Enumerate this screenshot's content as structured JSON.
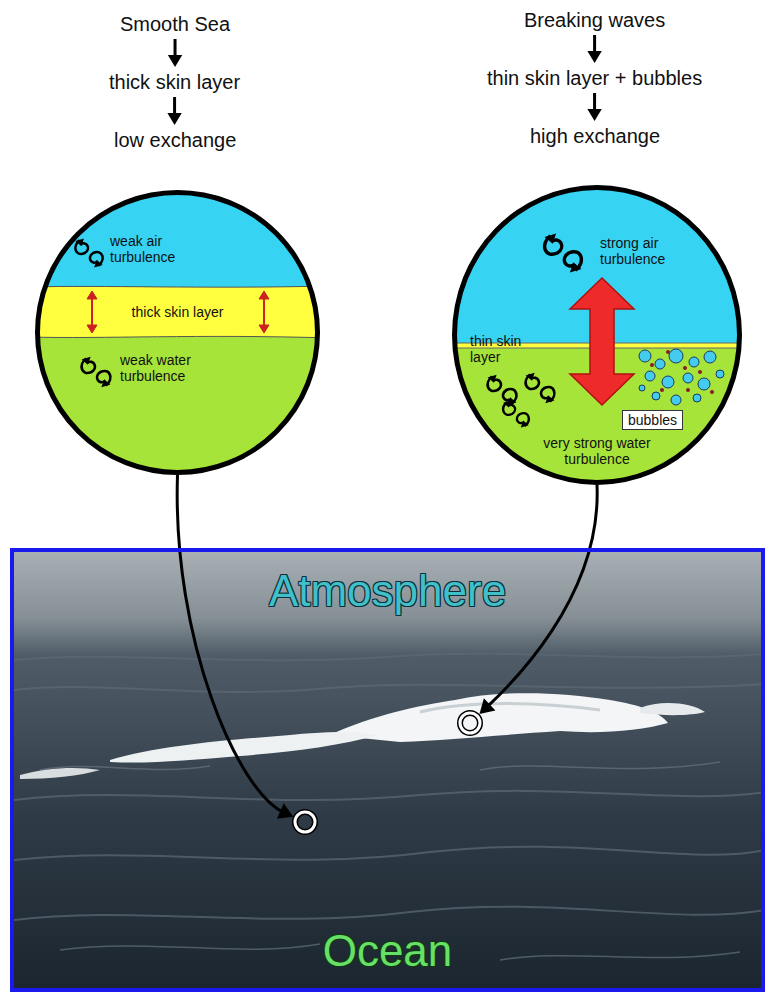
{
  "diagram": {
    "nodes": [
      {
        "text": [
          "Smooth Sea"
        ]
      },
      {
        "text": [
          "thick skin layer"
        ]
      },
      {
        "text": [
          "low exchange"
        ]
      },
      {
        "text": [
          "Breaking waves"
        ]
      },
      {
        "text": [
          "thin skin layer + bubbles"
        ]
      },
      {
        "text": [
          "high exchange"
        ]
      },
      {
        "text": [
          "weak air turbulence",
          "weak water turbulence"
        ]
      },
      {
        "text": [
          "thick skin layer"
        ],
        "in": 6
      },
      {
        "text": [
          "strong air turbulence",
          "thin skin layer",
          "very strong water turbulence"
        ]
      },
      {
        "text": [
          "bubbles"
        ],
        "in": 8
      },
      {
        "text": [
          "Atmosphere",
          "Ocean"
        ]
      }
    ],
    "edges": [
      {
        "from": 0,
        "to": 1,
        "arrow": "to"
      },
      {
        "from": 1,
        "to": 2,
        "arrow": "to"
      },
      {
        "from": 3,
        "to": 4,
        "arrow": "to"
      },
      {
        "from": 4,
        "to": 5,
        "arrow": "to"
      },
      {
        "from": 6,
        "to": 10,
        "arrow": "to"
      },
      {
        "from": 8,
        "to": 10,
        "arrow": "to"
      }
    ]
  }
}
